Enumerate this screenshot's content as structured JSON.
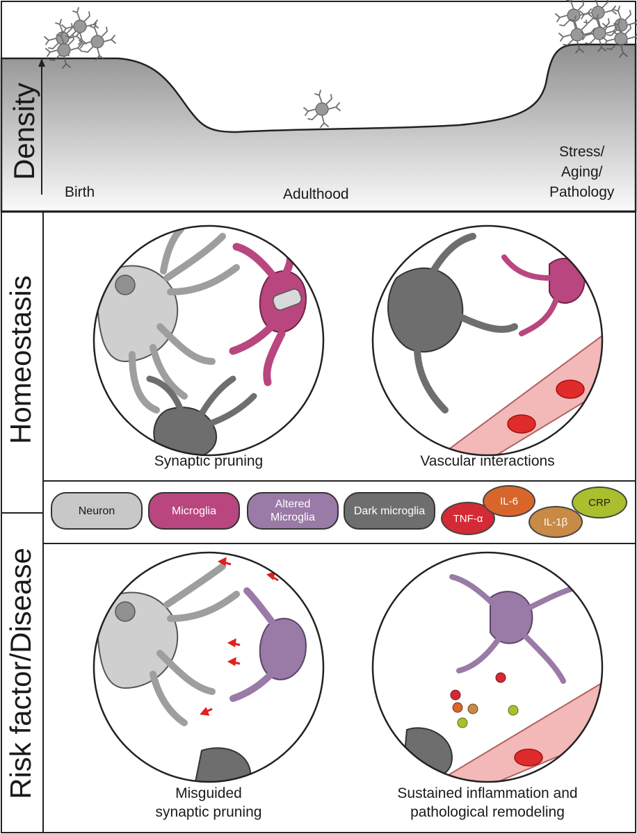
{
  "top_panel": {
    "y_axis_label": "Density",
    "stages": [
      "Birth",
      "Adulthood",
      "Stress/\nAging/\nPathology"
    ]
  },
  "row_labels": {
    "homeostasis": "Homeostasis",
    "disease": "Risk factor/Disease"
  },
  "captions": {
    "synaptic_pruning": "Synaptic pruning",
    "vascular_interactions": "Vascular interactions",
    "misguided_pruning": "Misguided\nsynaptic pruning",
    "sustained_inflammation": "Sustained inflammation and\npathological remodeling"
  },
  "legend": {
    "cells": [
      {
        "label": "Neuron",
        "color": "#c8c8c8"
      },
      {
        "label": "Microglia",
        "color": "#b9467f"
      },
      {
        "label": "Altered\nMicroglia",
        "color": "#9a7aa6"
      },
      {
        "label": "Dark microglia",
        "color": "#6e6e6e"
      }
    ],
    "cytokines": [
      {
        "label": "TNF-α",
        "color": "#d42a35"
      },
      {
        "label": "IL-6",
        "color": "#d8662a"
      },
      {
        "label": "IL-1β",
        "color": "#c88a44"
      },
      {
        "label": "CRP",
        "color": "#a9bf2e"
      }
    ]
  },
  "colors": {
    "neuron": "#c8c8c8",
    "microglia": "#b9467f",
    "altered_microglia": "#9a7aa6",
    "dark_microglia": "#6e6e6e",
    "vessel": "#f3b8b8",
    "red_blood_cell": "#e02b2b",
    "arrow": "#e02020"
  }
}
